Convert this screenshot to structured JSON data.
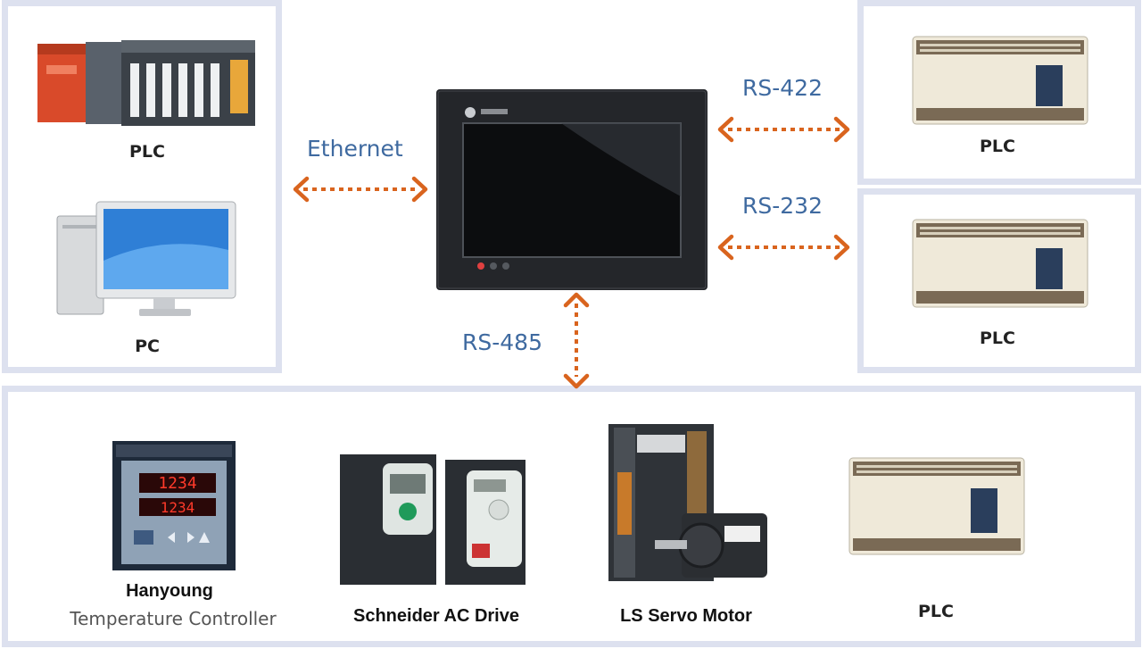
{
  "left_panel": {
    "top_label": "PLC",
    "bottom_label": "PC"
  },
  "connections": {
    "ethernet": "Ethernet",
    "rs422": "RS-422",
    "rs232": "RS-232",
    "rs485": "RS-485"
  },
  "right_panels": {
    "top_label": "PLC",
    "bottom_label": "PLC"
  },
  "bottom_panel": {
    "hanyoung_title": "Hanyoung",
    "hanyoung_sub": "Temperature Controller",
    "schneider": "Schneider AC Drive",
    "servo": "LS Servo Motor",
    "plc": "PLC"
  },
  "colors": {
    "panel_border": "#dde1ef",
    "arrow": "#d9641e",
    "protocol_text": "#3f6aa0"
  },
  "icons": [
    "plc-rack-icon",
    "pc-icon",
    "hmi-icon",
    "compact-plc-icon",
    "temperature-controller-icon",
    "ac-drive-icon",
    "servo-motor-icon"
  ]
}
